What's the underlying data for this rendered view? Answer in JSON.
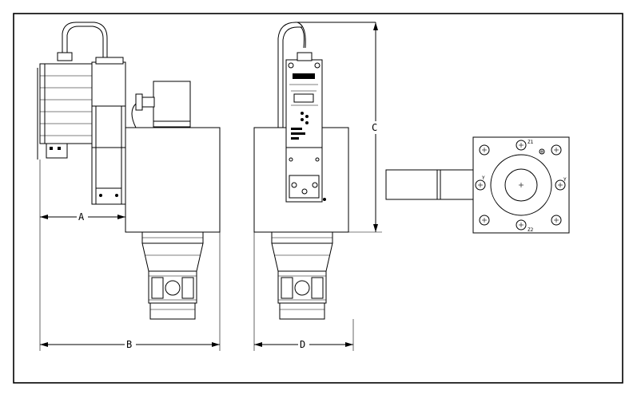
{
  "dimensions": {
    "a": "A",
    "b": "B",
    "c": "C",
    "d": "D"
  },
  "flange_labels": {
    "z1": "Z1",
    "z2": "Z2",
    "y_left": "Y",
    "y_right": "Y"
  }
}
